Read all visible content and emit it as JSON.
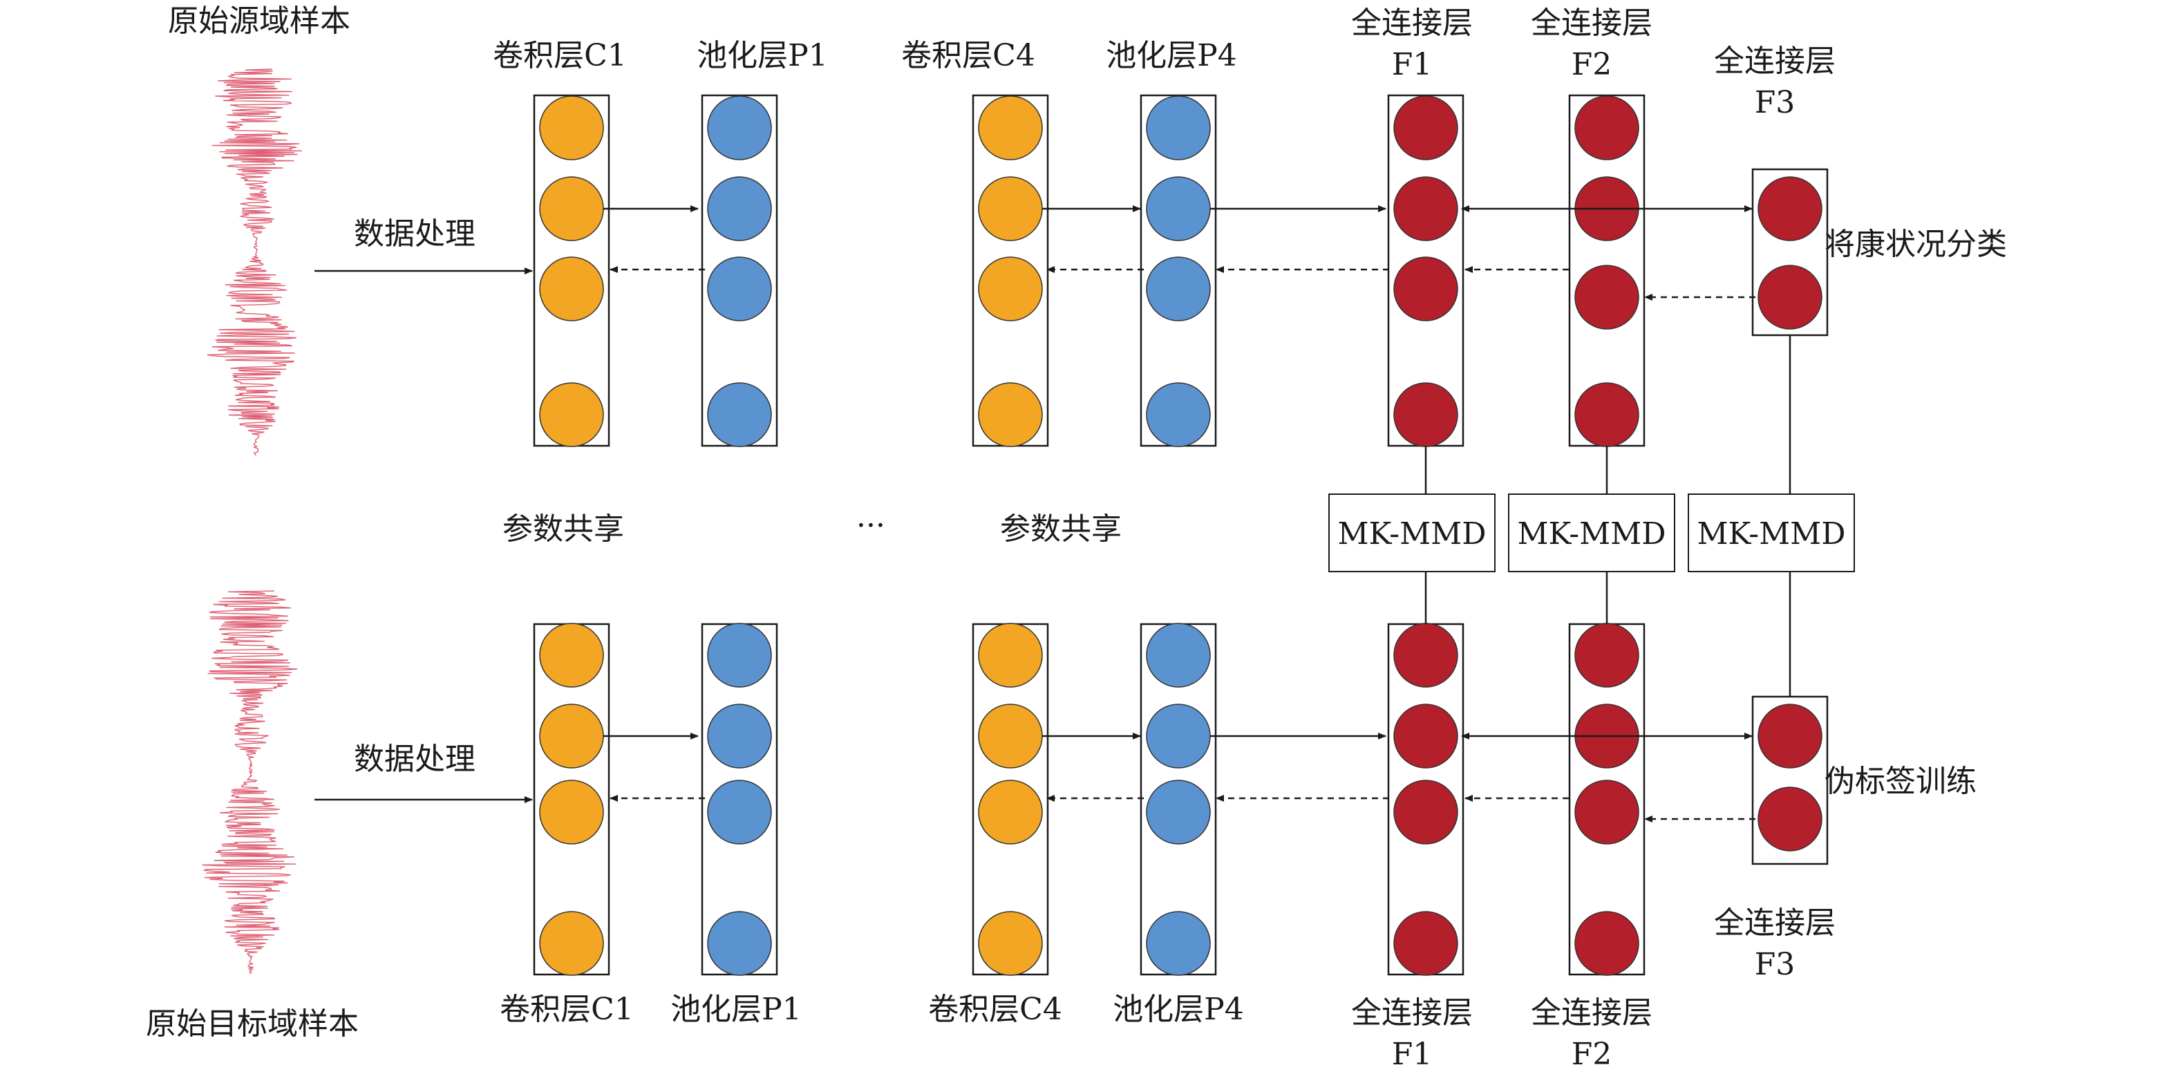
{
  "labels": {
    "source_sample": "原始源域样本",
    "target_sample": "原始目标域样本",
    "data_processing_top": "数据处理",
    "data_processing_bottom": "数据处理",
    "conv_c1_top": "卷积层C1",
    "pool_p1_top": "池化层P1",
    "conv_c4_top": "卷积层C4",
    "pool_p4_top": "池化层P4",
    "fc_f1_top": [
      "全连接层",
      "F1"
    ],
    "fc_f2_top": [
      "全连接层",
      "F2"
    ],
    "fc_f3_top": [
      "全连接层",
      "F3"
    ],
    "conv_c1_bottom": "卷积层C1",
    "pool_p1_bottom": "池化层P1",
    "conv_c4_bottom": "卷积层C4",
    "pool_p4_bottom": "池化层P4",
    "fc_f1_bottom": [
      "全连接层",
      "F1"
    ],
    "fc_f2_bottom": [
      "全连接层",
      "F2"
    ],
    "fc_f3_bottom": [
      "全连接层",
      "F3"
    ],
    "param_share_1": "参数共享",
    "param_share_2": "参数共享",
    "ellipsis": "···",
    "health_classification": "将康状况分类",
    "pseudo_label_training": "伪标签训练",
    "mkmmd_1": "MK-MMD",
    "mkmmd_2": "MK-MMD",
    "mkmmd_3": "MK-MMD"
  },
  "colors": {
    "conv": "#f2a623",
    "pool": "#5b93d1",
    "fc": "#b31f2a",
    "signal": "#d9435a",
    "line": "#1a1a1a"
  }
}
